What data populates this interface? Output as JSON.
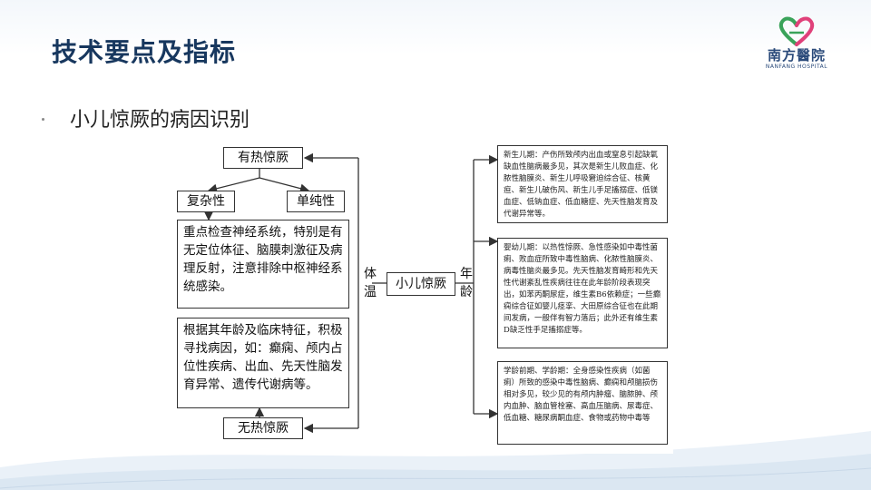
{
  "header": {
    "title": "技术要点及指标"
  },
  "logo": {
    "name": "南方醫院",
    "subtitle": "NANFANG HOSPITAL"
  },
  "section": {
    "title": "小儿惊厥的病因识别"
  },
  "diagram": {
    "fever_convulsion": "有热惊厥",
    "complex": "复杂性",
    "simple": "单纯性",
    "complex_note": "重点检查神经系统，特别是有无定位体征、脑膜刺激征及病理反射，注意排除中枢神经系统感染。",
    "afebrile_note": "根据其年龄及临床特征，积极寻找病因，如：癫痫、颅内占位性疾病、出血、先天性脑发育异常、遗传代谢病等。",
    "afebrile_convulsion": "无热惊厥",
    "temperature": "体温",
    "center": "小儿惊厥",
    "age": "年龄",
    "neonatal": "新生儿期：产伤所致颅内出血或窒息引起缺氧缺血性脑病最多见，其次是新生儿败血症、化脓性脑膜炎、新生儿呼吸窘迫综合征、核黄疸、新生儿破伤风、新生儿手足搐搦症、低镁血症、低钠血症、低血糖症、先天性脑发育及代谢异常等。",
    "infant": "婴幼儿期：以热性惊厥、急性感染如中毒性菌痢、败血症所致中毒性脑病、化脓性脑膜炎、病毒性脑炎最多见。先天性脑发育畸形和先天性代谢紊乱性疾病往往在此年龄阶段表现突出，如苯丙酮尿症，维生素B6依赖症；一些癫痫综合征如婴儿痉挛、大田原综合征也在此期间发病，一般伴有智力落后；此外还有维生素D缺乏性手足搐搦症等。",
    "preschool": "学龄前期、学龄期：全身感染性疾病（如菌痢）所致的感染中毒性脑病、癫痫和颅脑损伤相对多见，较少见的有颅内肿瘤、脑脓肿、颅内血肿、脑血管栓塞、高血压脑病、尿毒症、低血糖、糖尿病酮血症、食物或药物中毒等"
  },
  "colors": {
    "title": "#17375e",
    "line": "#333333",
    "logo_green": "#3aa35a",
    "logo_pink": "#e0417a"
  }
}
